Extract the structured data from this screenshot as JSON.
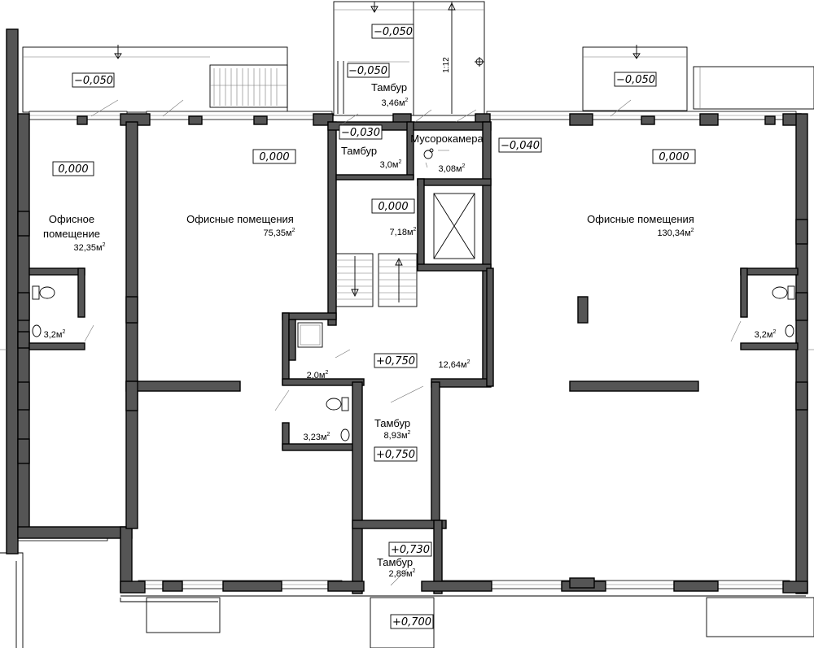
{
  "rooms": {
    "office_left": {
      "name_line1": "Офисное",
      "name_line2": "помещение",
      "area": "32,35м",
      "area_sup": "2",
      "level": "0,000"
    },
    "office_center": {
      "name": "Офисные помещения",
      "area": "75,35м",
      "area_sup": "2",
      "level": "0,000"
    },
    "office_right": {
      "name": "Офисные помещения",
      "area": "130,34м",
      "area_sup": "2",
      "level": "0,000"
    },
    "tambur_top": {
      "name": "Тамбур",
      "area": "3,46м",
      "area_sup": "2",
      "level": "−0,050"
    },
    "tambur_small": {
      "name": "Тамбур",
      "area": "3,0м",
      "area_sup": "2",
      "level": "−0,030"
    },
    "garbage_room": {
      "name": "Мусорокамера",
      "area": "3,08м",
      "area_sup": "2",
      "level": "−0,040"
    },
    "stair_hall": {
      "area": "7,18м",
      "area_sup": "2",
      "level": "0,000"
    },
    "lobby": {
      "area": "12,64м",
      "area_sup": "2",
      "level": "+0,750"
    },
    "storage": {
      "area": "2,0м",
      "area_sup": "2"
    },
    "wc_center": {
      "area": "3,23м",
      "area_sup": "2"
    },
    "wc_left": {
      "area": "3,2м",
      "area_sup": "2"
    },
    "wc_right": {
      "area": "3,2м",
      "area_sup": "2"
    },
    "tambur_mid": {
      "name": "Тамбур",
      "area": "8,93м",
      "area_sup": "2",
      "level": "+0,750"
    },
    "tambur_bottom": {
      "name": "Тамбур",
      "area": "2,89м",
      "area_sup": "2",
      "level": "+0,730"
    }
  },
  "levels": {
    "left_terrace": "−0,050",
    "top_entrance": "−0,050",
    "right_terrace": "−0,050",
    "bottom_entrance": "+0,700"
  },
  "ramp_slope": "1:12"
}
